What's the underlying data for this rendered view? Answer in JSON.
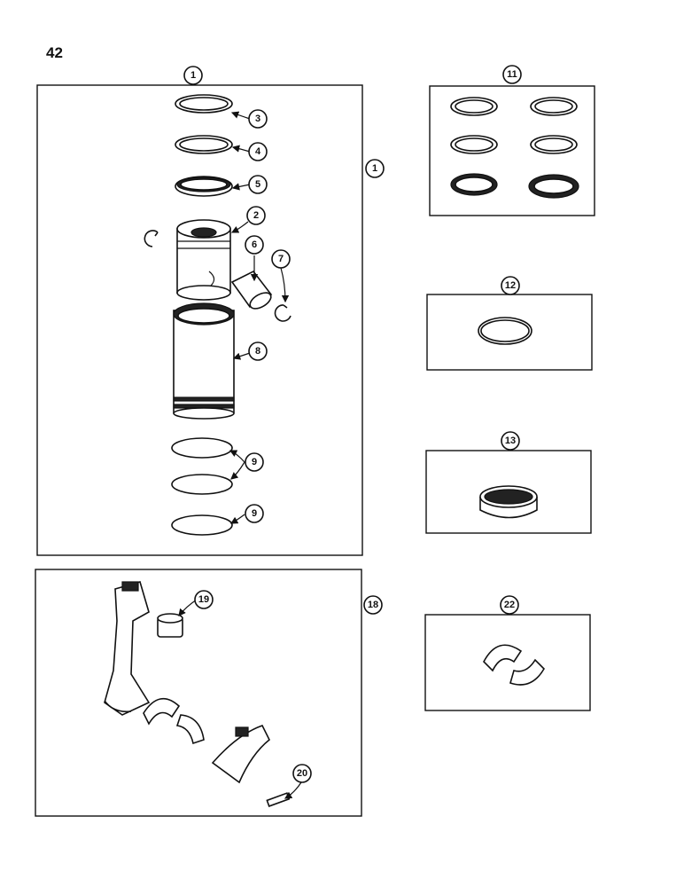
{
  "page": {
    "number": "42"
  },
  "callouts": {
    "c1": "1",
    "c2": "2",
    "c3": "3",
    "c4": "4",
    "c5": "5",
    "c6": "6",
    "c7": "7",
    "c8": "8",
    "c9": "9",
    "c11": "11",
    "c12": "12",
    "c13": "13",
    "c18": "18",
    "c19": "19",
    "c20": "20",
    "c22": "22"
  },
  "colors": {
    "ink": "#111111",
    "paper": "#ffffff"
  }
}
